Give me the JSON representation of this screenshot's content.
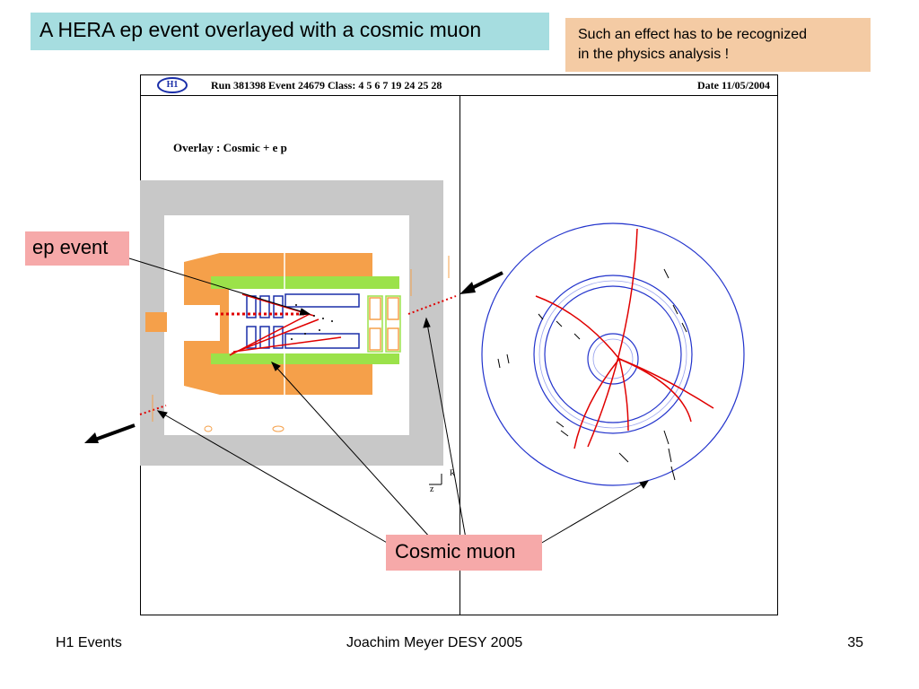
{
  "slide": {
    "title": "A HERA ep event overlayed with a cosmic muon",
    "note_line1": "Such an effect has to be recognized",
    "note_line2": "in the physics analysis  !"
  },
  "event_display": {
    "logo_text": "H1",
    "run_info": "Run 381398  Event 24679  Class: 4 5 6 7 19 24 25 28",
    "date": "Date 11/05/2004",
    "overlay_label": "Overlay : Cosmic + e p",
    "axis_z": "z",
    "axis_r": "R"
  },
  "callouts": {
    "ep_event": "ep event",
    "cosmic_muon": "Cosmic muon"
  },
  "footer": {
    "left": "H1 Events",
    "center": "Joachim Meyer  DESY  2005",
    "page_number": "35"
  },
  "colors": {
    "title_bg": "#a6dde0",
    "note_bg": "#f4cba4",
    "callout_bg": "#f6a9a9",
    "calorimeter": "#f5a04a",
    "detector_frame": "#c8c8c8",
    "track_red": "#e00000",
    "circle_blue": "#2233cc",
    "green": "#9be24a"
  }
}
